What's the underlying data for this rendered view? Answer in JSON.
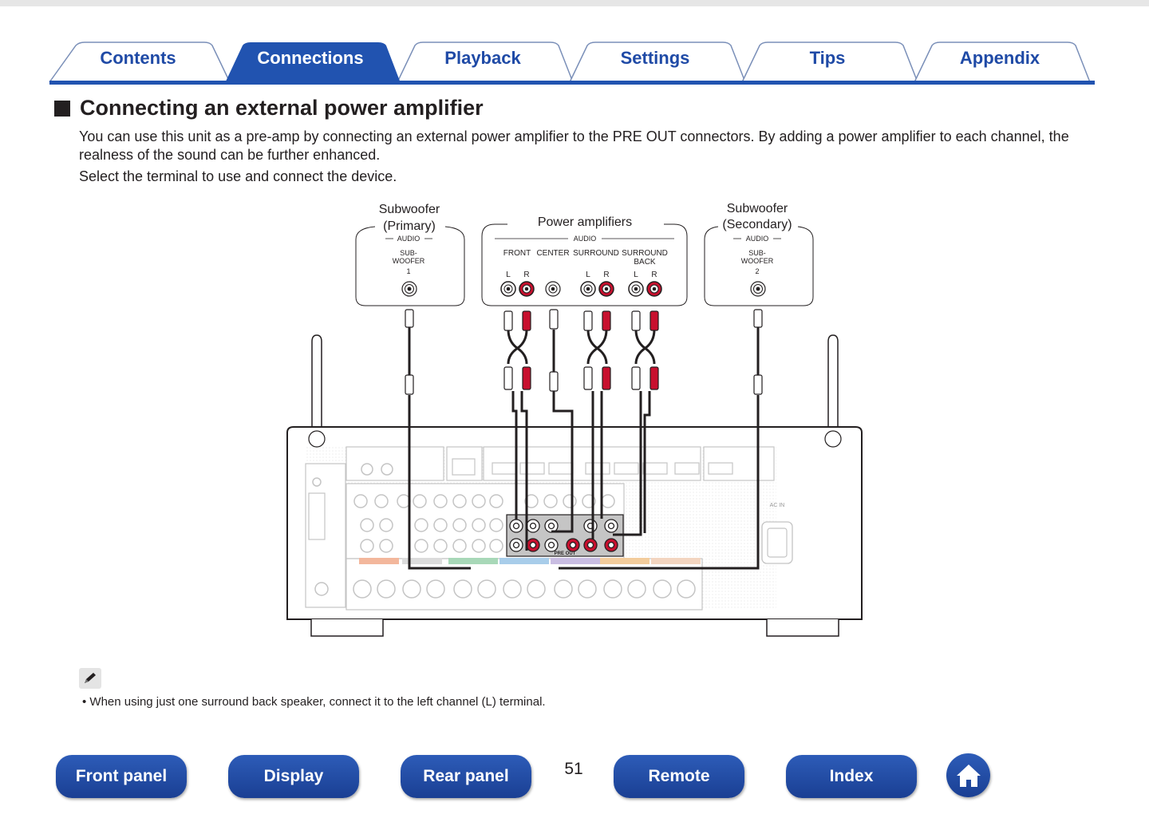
{
  "tabs": [
    {
      "label": "Contents",
      "active": false
    },
    {
      "label": "Connections",
      "active": true
    },
    {
      "label": "Playback",
      "active": false
    },
    {
      "label": "Settings",
      "active": false
    },
    {
      "label": "Tips",
      "active": false
    },
    {
      "label": "Appendix",
      "active": false
    }
  ],
  "section": {
    "title": "Connecting an external power amplifier",
    "paragraph1": "You can use this unit as a pre-amp by connecting an external power amplifier to the PRE OUT connectors. By adding a power amplifier to each channel, the realness of the sound can be further enhanced.",
    "paragraph2": "Select the terminal to use and connect the device."
  },
  "diagram": {
    "sub1_title_line1": "Subwoofer",
    "sub1_title_line2": "(Primary)",
    "sub1_audio": "AUDIO",
    "sub1_jack_line1": "SUB-",
    "sub1_jack_line2": "WOOFER",
    "sub1_jack_line3": "1",
    "amps_title": "Power amplifiers",
    "amps_audio": "AUDIO",
    "amps_front": "FRONT",
    "amps_center": "CENTER",
    "amps_surround": "SURROUND",
    "amps_sb_line1": "SURROUND",
    "amps_sb_line2": "BACK",
    "left": "L",
    "right": "R",
    "sub2_title_line1": "Subwoofer",
    "sub2_title_line2": "(Secondary)",
    "sub2_audio": "AUDIO",
    "sub2_jack_line1": "SUB-",
    "sub2_jack_line2": "WOOFER",
    "sub2_jack_line3": "2",
    "ac_in": "AC IN",
    "pre_out": "PRE OUT"
  },
  "note": {
    "icon": "pencil-icon",
    "text": "When using just one surround back speaker, connect it to the left channel (L) terminal."
  },
  "footer": {
    "front_panel": "Front panel",
    "display": "Display",
    "rear_panel": "Rear panel",
    "page_number": "51",
    "remote": "Remote",
    "index": "Index",
    "home_icon": "home-icon"
  },
  "colors": {
    "tab_blue": "#1f4aa6",
    "button_blue": "#2153b0",
    "red_jack": "#c8102e"
  }
}
